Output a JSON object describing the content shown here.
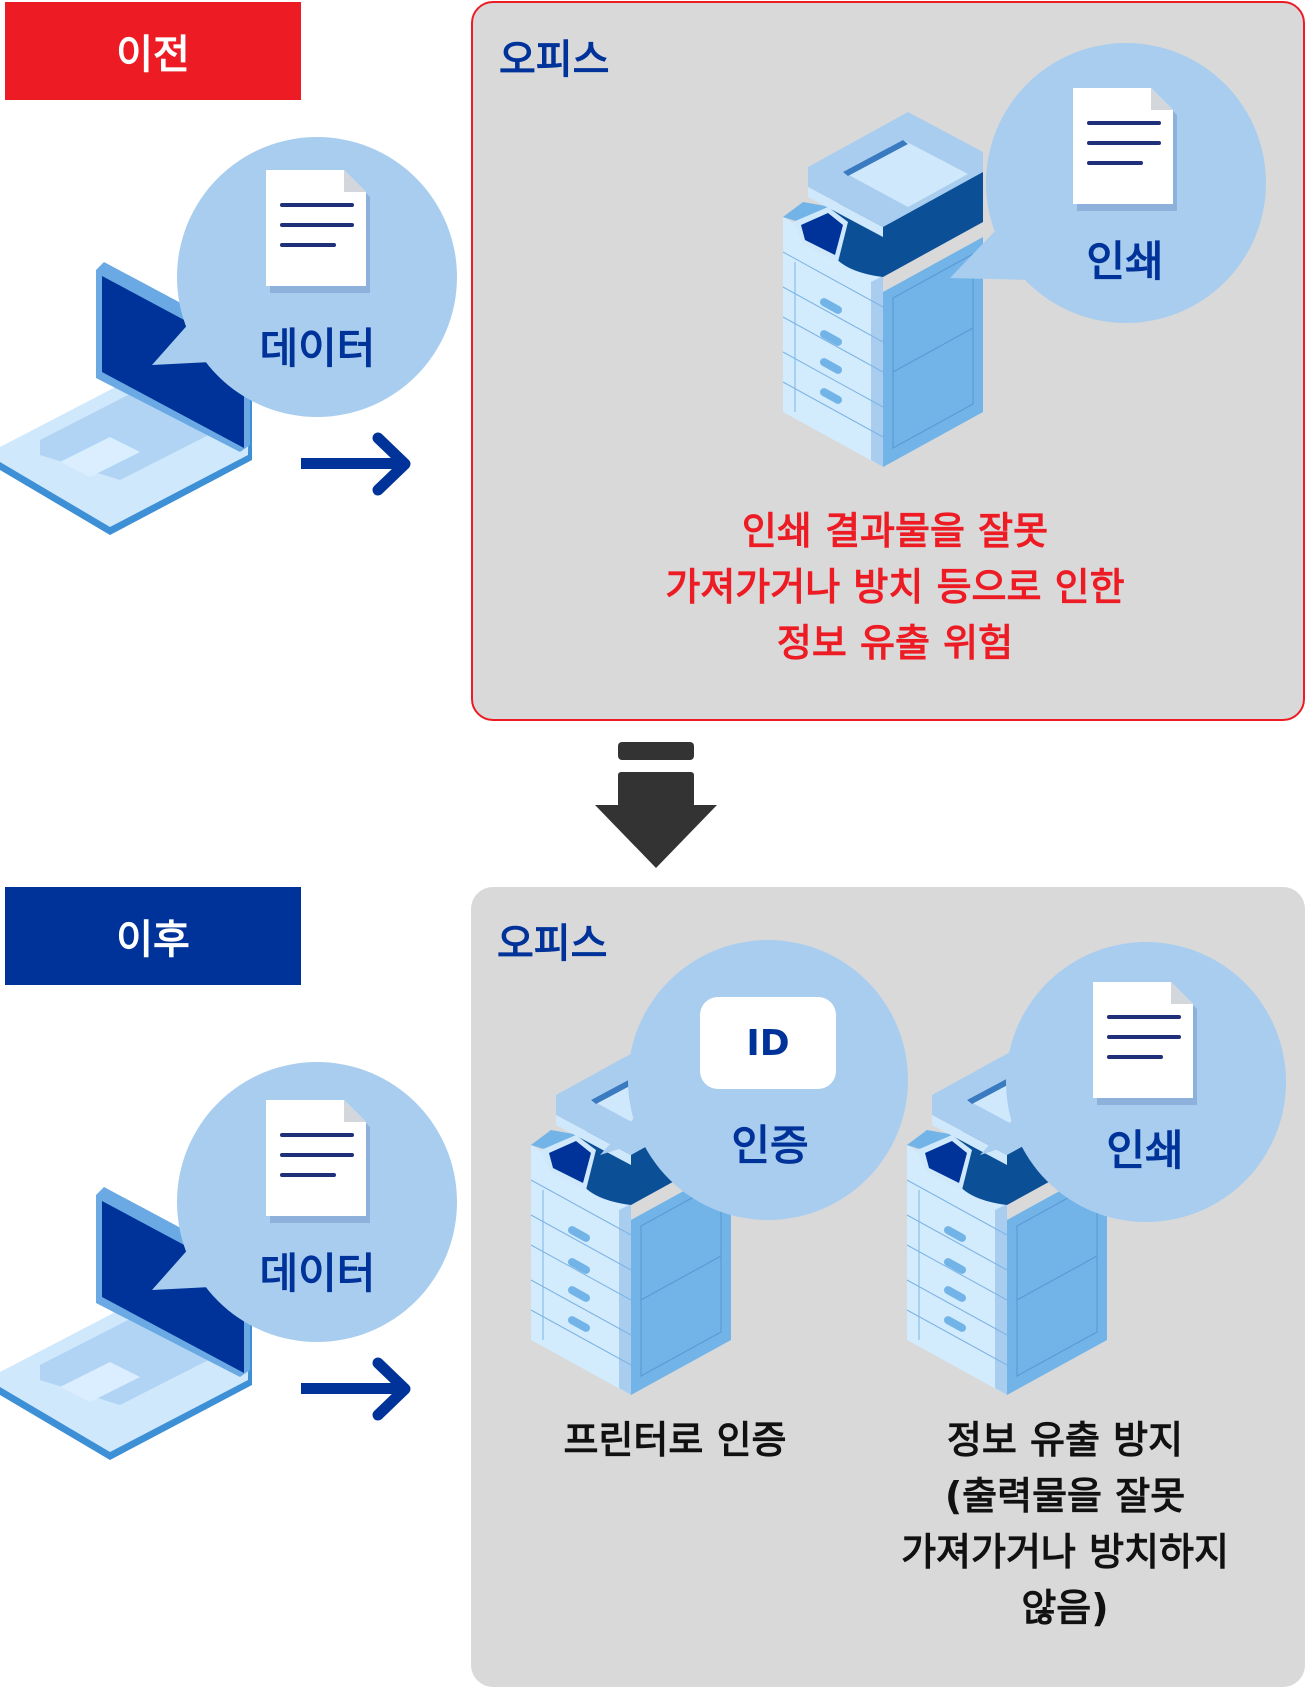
{
  "before": {
    "label": "이전",
    "label_color": "#ed1c24",
    "laptop_bubble": "데이터",
    "office": {
      "title": "오피스",
      "border_color": "#ed1c24",
      "printer_bubble": "인쇄",
      "risk_lines": [
        "인쇄 결과물을 잘못",
        "가져가거나 방치 등으로 인한",
        "정보 유출 위험"
      ],
      "risk_color": "#ed1c24"
    }
  },
  "after": {
    "label": "이후",
    "label_color": "#003399",
    "laptop_bubble": "데이터",
    "office": {
      "title": "오피스",
      "auth_badge": "ID",
      "auth_bubble": "인증",
      "print_bubble": "인쇄",
      "auth_caption": "프린터로 인증",
      "prevent_lines": [
        "정보 유출 방지",
        "(출력물을 잘못",
        "가져가거나 방치하지",
        "않음)"
      ]
    }
  },
  "icons": {
    "laptop": "laptop-icon",
    "document": "document-icon",
    "printer": "printer-icon",
    "arrow_right": "arrow-right-icon",
    "arrow_down": "arrow-down-icon",
    "id_card": "id-card-icon"
  },
  "colors": {
    "brand_blue": "#003399",
    "bubble_blue": "#a9cdef",
    "office_gray": "#d9d9d9",
    "arrow_dark": "#333333"
  }
}
